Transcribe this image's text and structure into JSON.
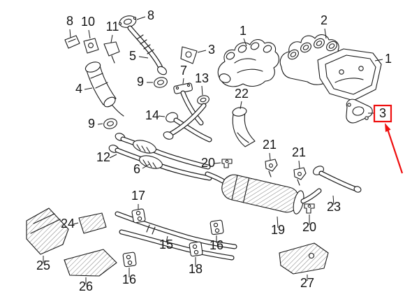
{
  "diagram": {
    "background": "#ffffff",
    "line_color": "#1a1a1a",
    "highlight": {
      "color": "#ee0f0f",
      "target_label": "3",
      "style": "red box around callout number with red arrow pointing to it"
    },
    "labels": [
      {
        "id": "8-top-left",
        "text": "8"
      },
      {
        "id": "10",
        "text": "10"
      },
      {
        "id": "11",
        "text": "11"
      },
      {
        "id": "8-top",
        "text": "8"
      },
      {
        "id": "5",
        "text": "5"
      },
      {
        "id": "3-left",
        "text": "3"
      },
      {
        "id": "1-center",
        "text": "1"
      },
      {
        "id": "2",
        "text": "2"
      },
      {
        "id": "1-right",
        "text": "1"
      },
      {
        "id": "4",
        "text": "4"
      },
      {
        "id": "9-upper",
        "text": "9"
      },
      {
        "id": "7",
        "text": "7"
      },
      {
        "id": "13",
        "text": "13"
      },
      {
        "id": "22",
        "text": "22"
      },
      {
        "id": "3-right-highlighted",
        "text": "3"
      },
      {
        "id": "9-lower",
        "text": "9"
      },
      {
        "id": "14",
        "text": "14"
      },
      {
        "id": "12",
        "text": "12"
      },
      {
        "id": "6",
        "text": "6"
      },
      {
        "id": "20-upper",
        "text": "20"
      },
      {
        "id": "21-left",
        "text": "21"
      },
      {
        "id": "21-right",
        "text": "21"
      },
      {
        "id": "17",
        "text": "17"
      },
      {
        "id": "23",
        "text": "23"
      },
      {
        "id": "19",
        "text": "19"
      },
      {
        "id": "20-lower",
        "text": "20"
      },
      {
        "id": "24",
        "text": "24"
      },
      {
        "id": "15",
        "text": "15"
      },
      {
        "id": "16-center",
        "text": "16"
      },
      {
        "id": "18",
        "text": "18"
      },
      {
        "id": "16-left",
        "text": "16"
      },
      {
        "id": "25",
        "text": "25"
      },
      {
        "id": "26",
        "text": "26"
      },
      {
        "id": "27",
        "text": "27"
      }
    ]
  }
}
